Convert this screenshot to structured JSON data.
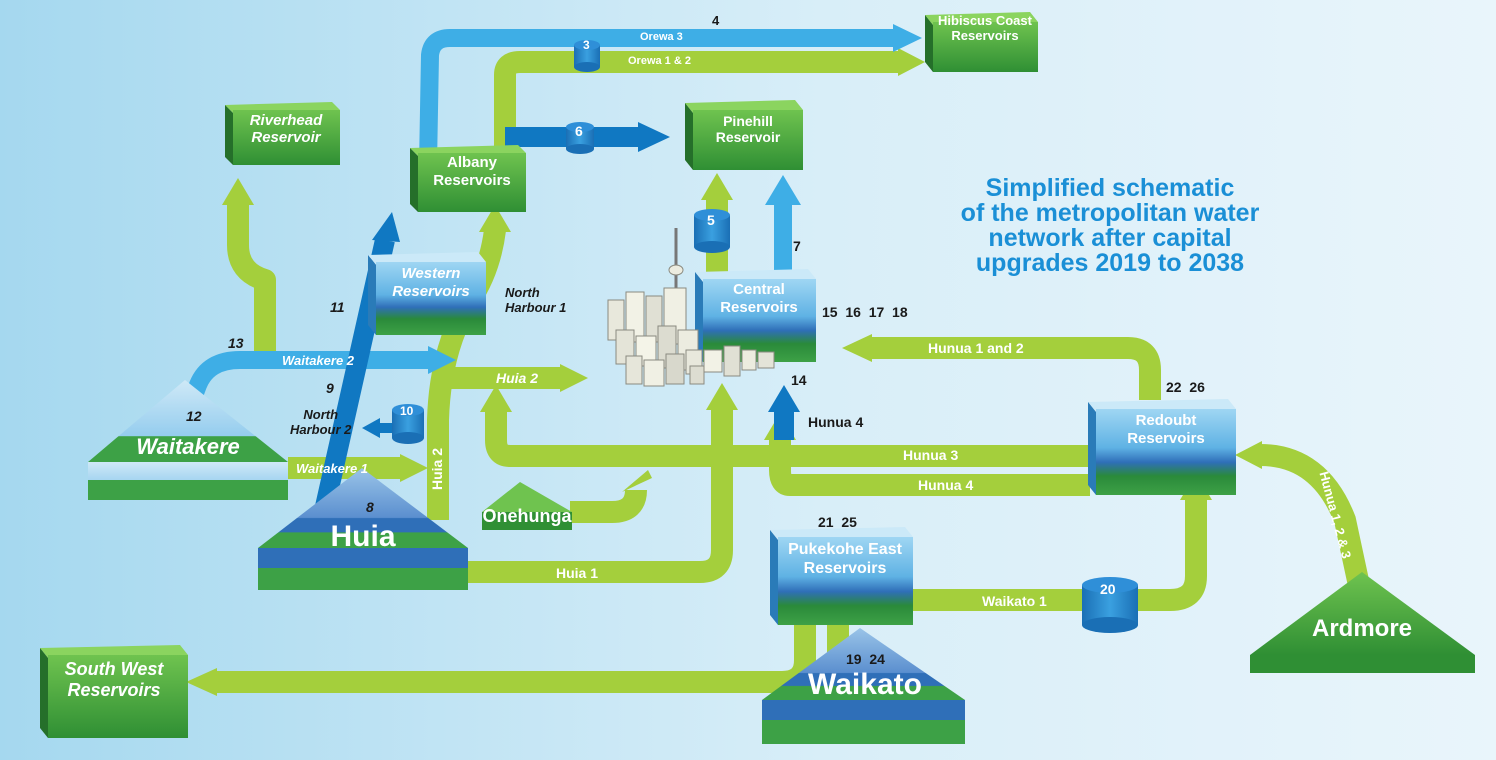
{
  "title_lines": [
    "Simplified schematic",
    "of the metropolitan water",
    "network after capital",
    "upgrades 2019 to 2038"
  ],
  "nodes": {
    "hibiscus": [
      "Hibiscus Coast",
      "Reservoirs"
    ],
    "pinehill": [
      "Pinehill",
      "Reservoir"
    ],
    "riverhead": [
      "Riverhead",
      "Reservoir"
    ],
    "albany": [
      "Albany",
      "Reservoirs"
    ],
    "western": [
      "Western",
      "Reservoirs"
    ],
    "central": [
      "Central",
      "Reservoirs"
    ],
    "redoubt": [
      "Redoubt",
      "Reservoirs"
    ],
    "pukekohe": [
      "Pukekohe East",
      "Reservoirs"
    ],
    "south_west": [
      "South West",
      "Reservoirs"
    ],
    "waitakere": "Waitakere",
    "huia": "Huia",
    "onehunga": "Onehunga",
    "waikato": "Waikato",
    "ardmore": "Ardmore"
  },
  "pipes": {
    "orewa3": "Orewa 3",
    "orewa12": "Orewa 1 & 2",
    "waitakere2": "Waitakere 2",
    "waitakere1": "Waitakere 1",
    "huia2_h": "Huia 2",
    "huia2_v": "Huia 2",
    "huia1": "Huia 1",
    "north_harbour1": [
      "North",
      "Harbour 1"
    ],
    "north_harbour2": [
      "North",
      "Harbour 2"
    ],
    "hunua12": "Hunua 1 and 2",
    "hunua3": "Hunua 3",
    "hunua4_h": "Hunua 4",
    "hunua4_v": "Hunua 4",
    "waikato1": "Waikato 1",
    "hunua123": "Hunua 1, 2 & 3"
  },
  "numbers": {
    "n3": "3",
    "n4": "4",
    "n5": "5",
    "n6": "6",
    "n7": "7",
    "n8": "8",
    "n9": "9",
    "n10": "10",
    "n11": "11",
    "n12": "12",
    "n13": "13",
    "n14": "14",
    "n15_18": "15  16  17  18",
    "n19_24": "19  24",
    "n20": "20",
    "n21_25": "21  25",
    "n22_26": "22  26"
  },
  "colors": {
    "green_pipe": "#a4cf3c",
    "light_blue_pipe": "#3eaee6",
    "dark_blue_pipe": "#1078c2",
    "reservoir_top": "#6cc24a",
    "reservoir_side": "#2f8f34",
    "title": "#1a8fd6"
  },
  "icons": {
    "pump": "cylinder-pump-icon",
    "city": "city-skyline-icon"
  }
}
